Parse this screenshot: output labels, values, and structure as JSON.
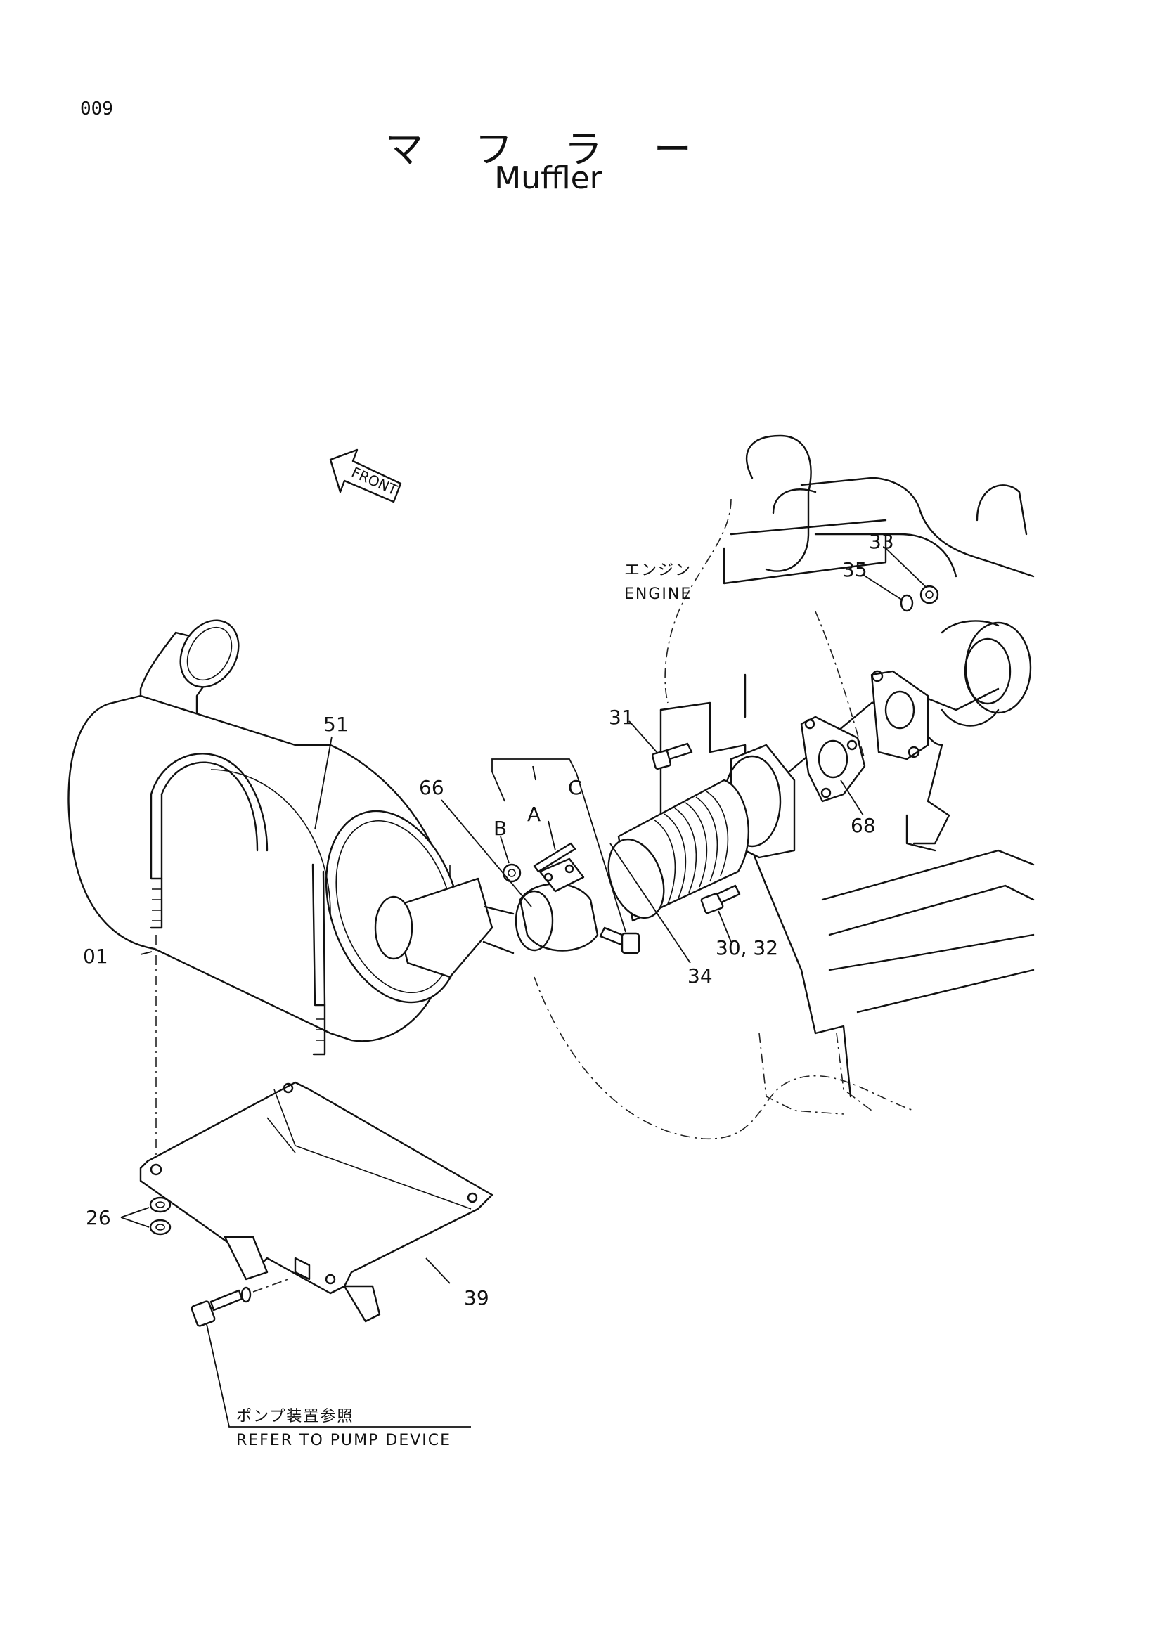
{
  "page_number": "009",
  "title_jp": "マ フ ラ ー",
  "title_en": "Muffler",
  "front_label": "FRONT",
  "engine_label_jp": "エンジン",
  "engine_label_en": "ENGINE",
  "refer_note_jp": "ポンプ装置参照",
  "refer_note_en": "REFER TO PUMP DEVICE",
  "callouts": {
    "p51": "51",
    "p01": "01",
    "p66": "66",
    "pA": "A",
    "pB": "B",
    "pC": "C",
    "p31": "31",
    "p33": "33",
    "p35": "35",
    "p68": "68",
    "p34": "34",
    "p30_32": "30, 32",
    "p26": "26",
    "p39": "39"
  }
}
